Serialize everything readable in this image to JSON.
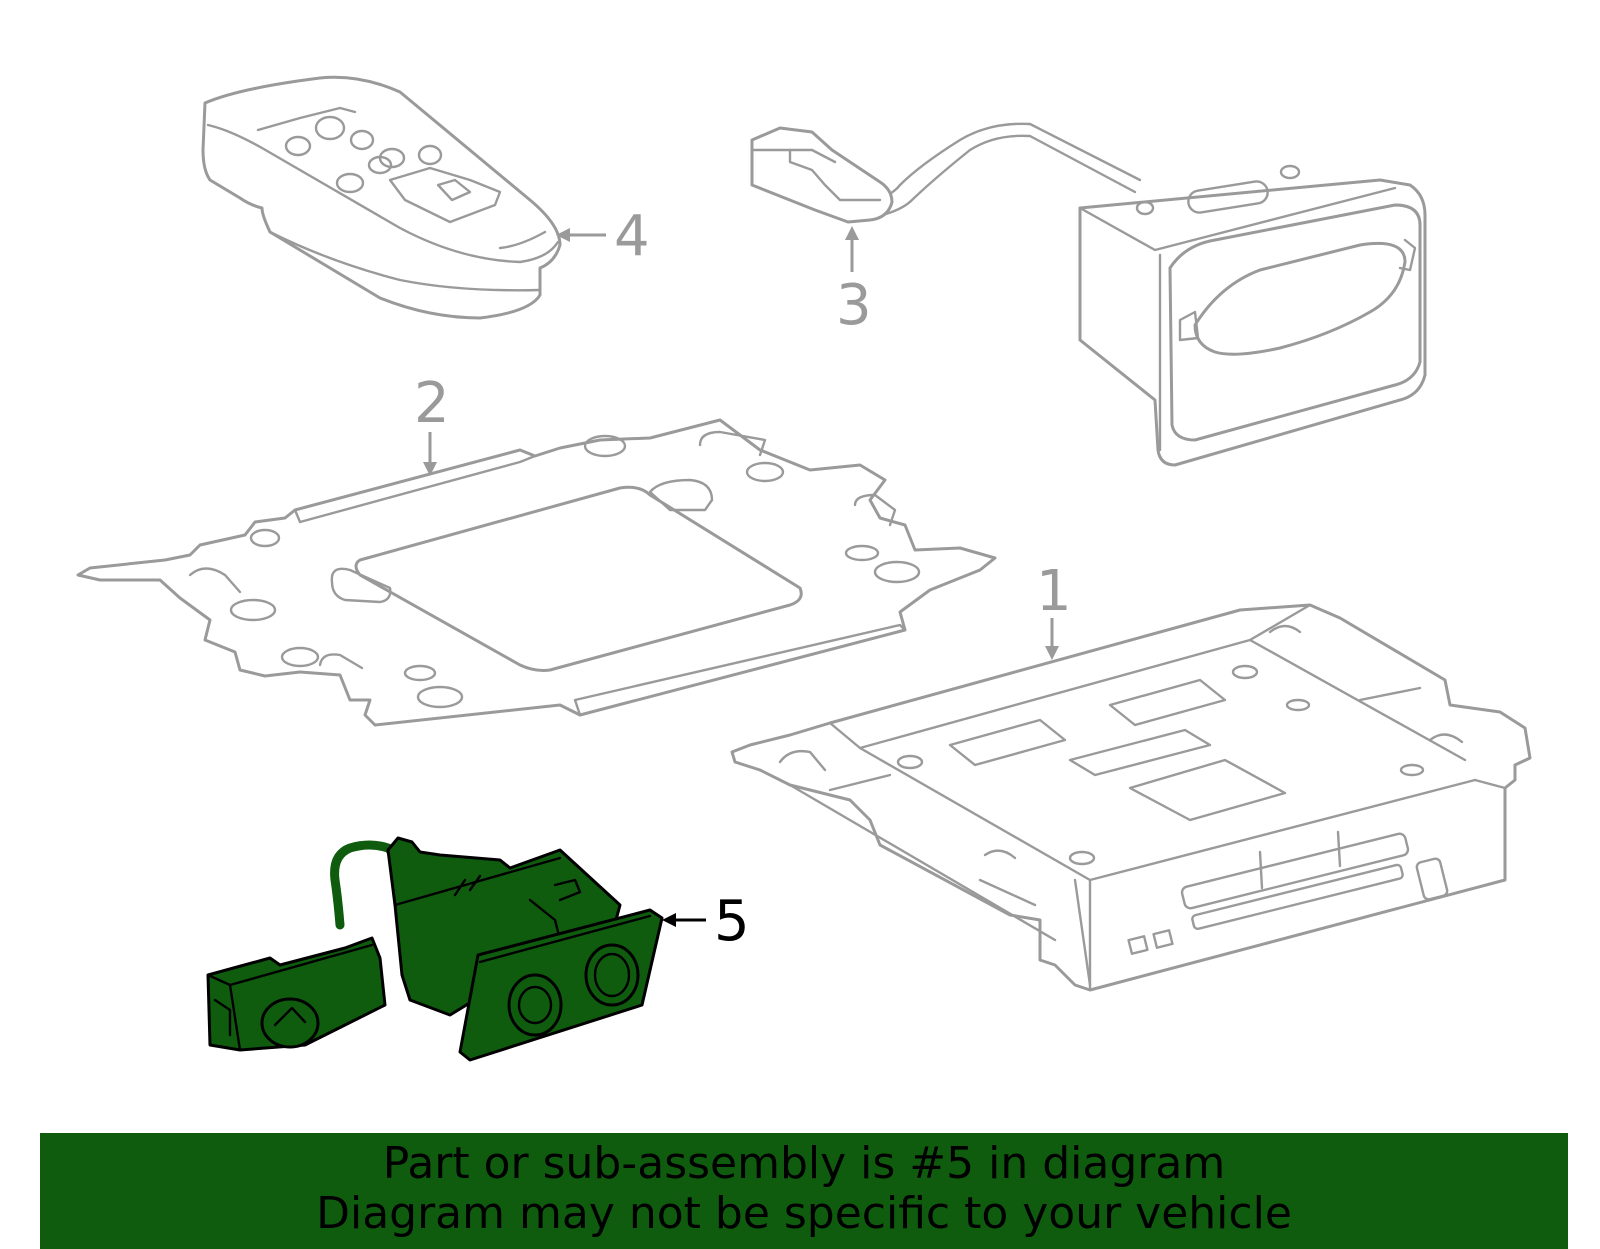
{
  "callouts": [
    {
      "number": "1"
    },
    {
      "number": "2"
    },
    {
      "number": "3"
    },
    {
      "number": "4"
    },
    {
      "number": "5"
    }
  ],
  "highlighted_callout": "5",
  "colors": {
    "highlight": "#0f5c0f",
    "line": "#9a9a9a",
    "banner": "#0f5c0f"
  },
  "banner": {
    "line1": "Part or sub-assembly is #5 in diagram",
    "line2": "Diagram may not be specific to your vehicle"
  }
}
